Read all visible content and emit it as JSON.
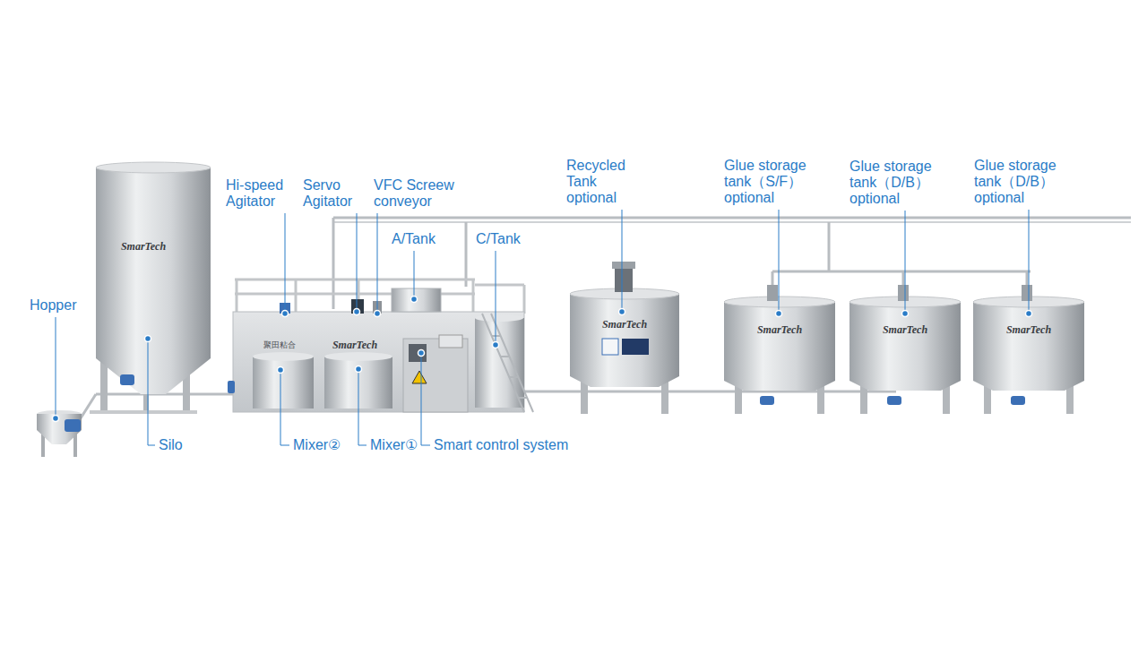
{
  "diagram": {
    "labels": [
      "Hopper",
      "Silo",
      "Hi-speed Agitator",
      "Servo Agitator",
      "VFC Screew conveyor",
      "A/Tank",
      "C/Tank",
      "Recycled Tank optional",
      "Glue storage tank（S/F） optional",
      "Glue storage tank（D/B） optional",
      "Glue storage tank（D/B） optional",
      "Mixer②",
      "Mixer①",
      "Smart control system",
      "SmarTech",
      "SmarTech",
      "SmarTech",
      "SmarTech",
      "SmarTech",
      "SmarTech",
      "聚田粘合"
    ]
  }
}
